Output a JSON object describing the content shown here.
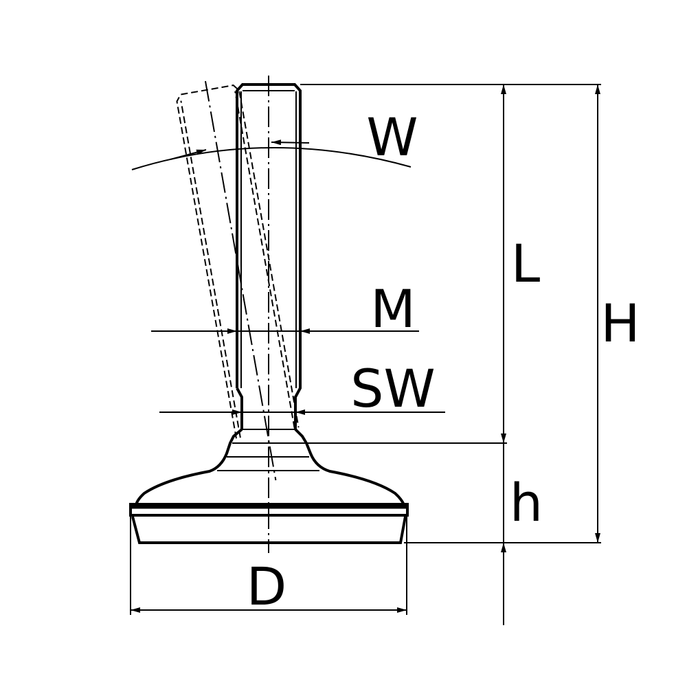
{
  "diagram": {
    "labels": {
      "W": "W",
      "L": "L",
      "M": "M",
      "SW": "SW",
      "H": "H",
      "h": "h",
      "D": "D"
    },
    "colors": {
      "line": "#000000",
      "background": "#ffffff"
    }
  }
}
